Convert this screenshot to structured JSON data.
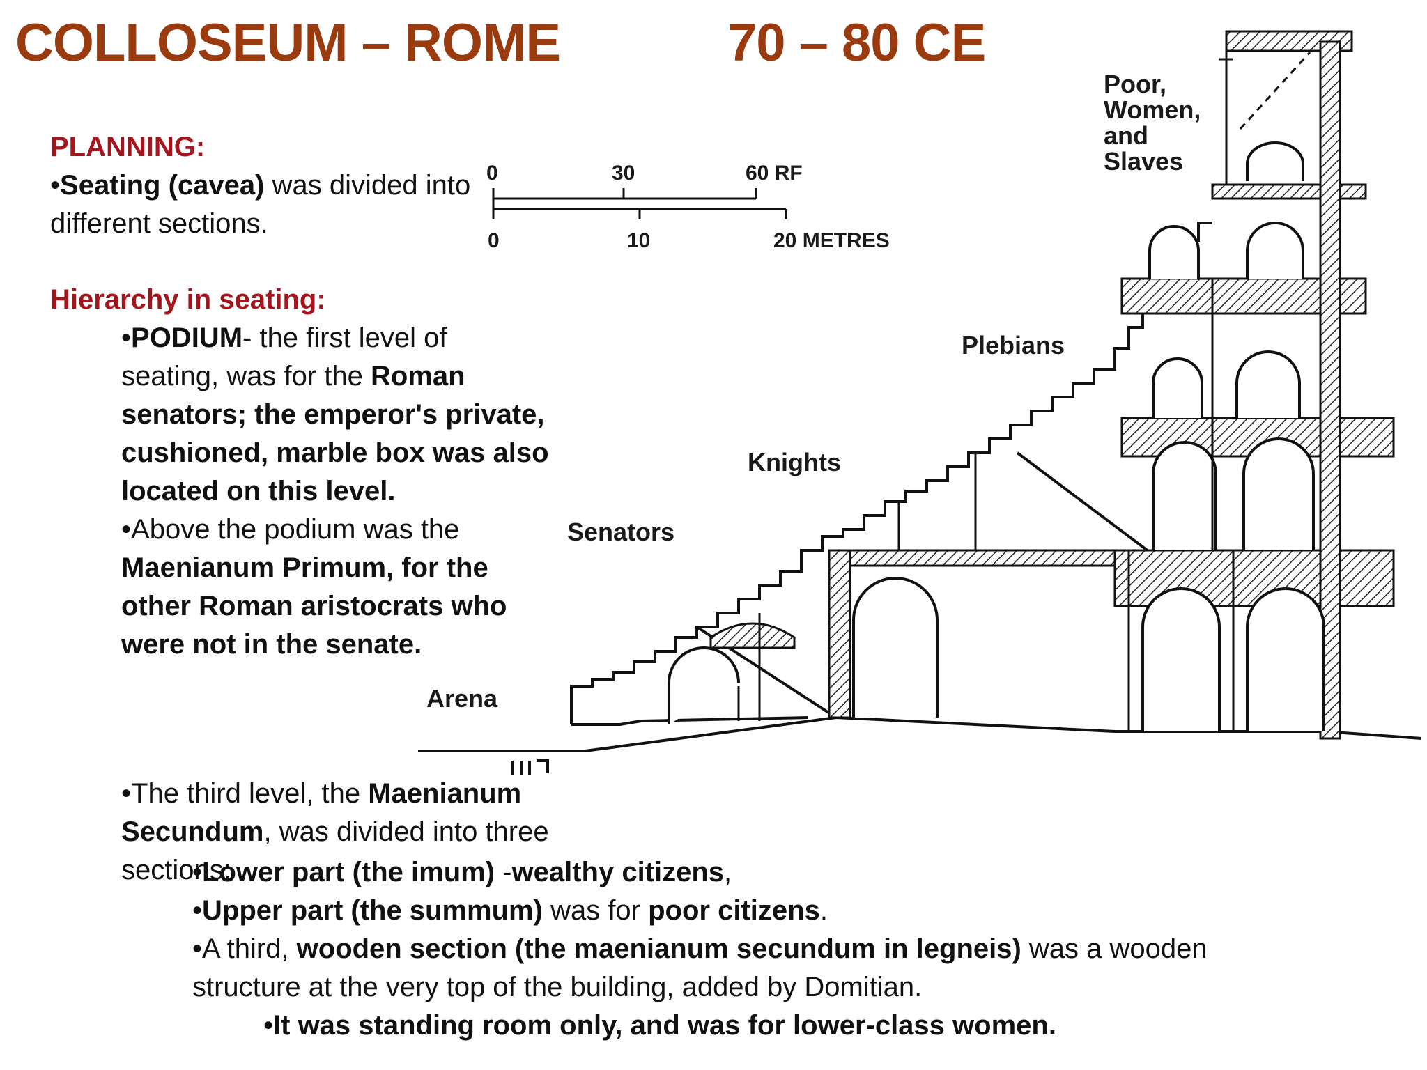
{
  "title": "COLLOSEUM – ROME",
  "date": "70 – 80 CE",
  "accent_color": "#9a3a0f",
  "heading_color": "#a3161e",
  "planning": {
    "heading": "PLANNING:",
    "line_bold": "Seating (cavea)",
    "line_rest": " was divided into different sections."
  },
  "hierarchy": {
    "heading": "Hierarchy in seating:",
    "podium_bold": "PODIUM",
    "podium_rest": "- the first level of seating, was for the ",
    "podium_bold2": "Roman senators; the emperor's private, cushioned, marble box was also located on this level.",
    "mp_rest": "Above the podium was the ",
    "mp_bold": "Maenianum Primum, for the other Roman aristocrats who were not in the senate.",
    "ms_rest1": "The third level, the ",
    "ms_bold": "Maenianum Secundum",
    "ms_rest2": ", was divided into three sections:"
  },
  "sections": {
    "lower_bold1": "Lower part (the imum)",
    "lower_rest1": " -",
    "lower_bold2": "wealthy citizens",
    "lower_rest2": ",",
    "upper_bold1": "Upper part (the summum)",
    "upper_rest": " was for ",
    "upper_bold2": "poor citizens",
    "upper_rest2": ".",
    "wood_rest1": "A third, ",
    "wood_bold": "wooden section (the maenianum secundum in legneis)",
    "wood_rest2": " was a wooden structure at the very top of the building, added by Domitian.",
    "standing": "It was standing room only, and was for lower-class women."
  },
  "drawing": {
    "labels": {
      "poor1": "Poor,",
      "poor2": "Women,",
      "poor3": "and",
      "poor4": "Slaves",
      "plebians": "Plebians",
      "knights": "Knights",
      "senators": "Senators",
      "arena": "Arena"
    },
    "scale": {
      "top_0": "0",
      "top_30": "30",
      "top_60": "60 RF",
      "bottom_0": "0",
      "bottom_10": "10",
      "bottom_20": "20 METRES"
    }
  }
}
